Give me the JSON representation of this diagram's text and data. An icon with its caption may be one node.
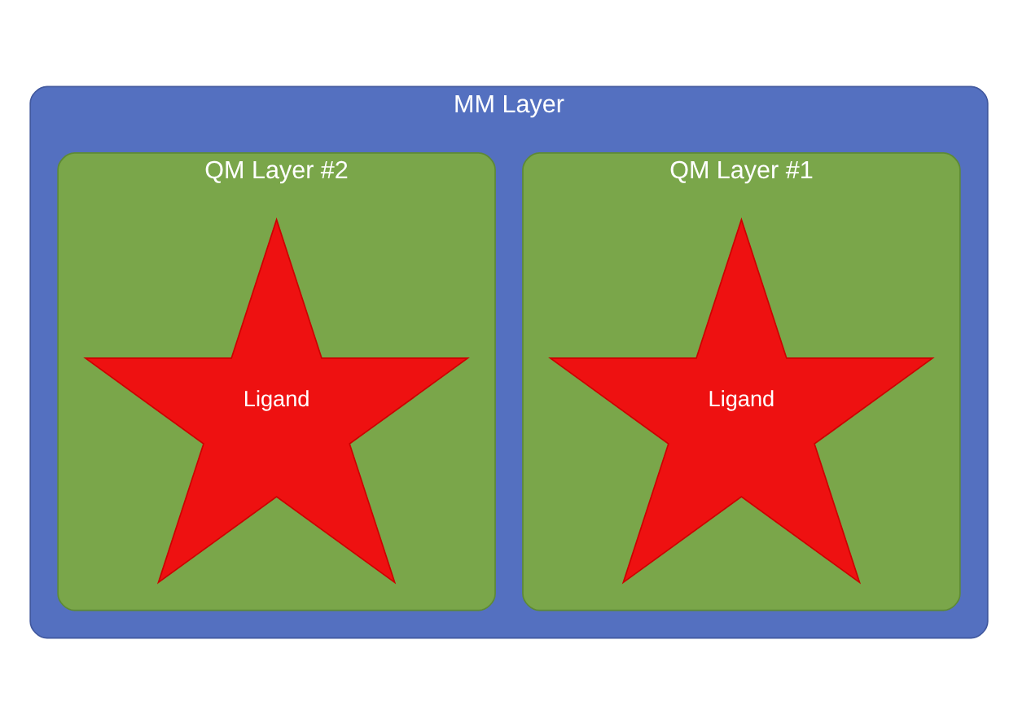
{
  "diagram": {
    "nodes": [
      {
        "text": [
          "MM Layer"
        ]
      },
      {
        "text": [
          "QM Layer #1"
        ],
        "in": 0
      },
      {
        "text": [
          "Ligand"
        ],
        "in": 1
      },
      {
        "text": [
          "QM Layer #2"
        ],
        "in": 0
      },
      {
        "text": [
          "Ligand"
        ],
        "in": 3
      }
    ],
    "edges": []
  }
}
